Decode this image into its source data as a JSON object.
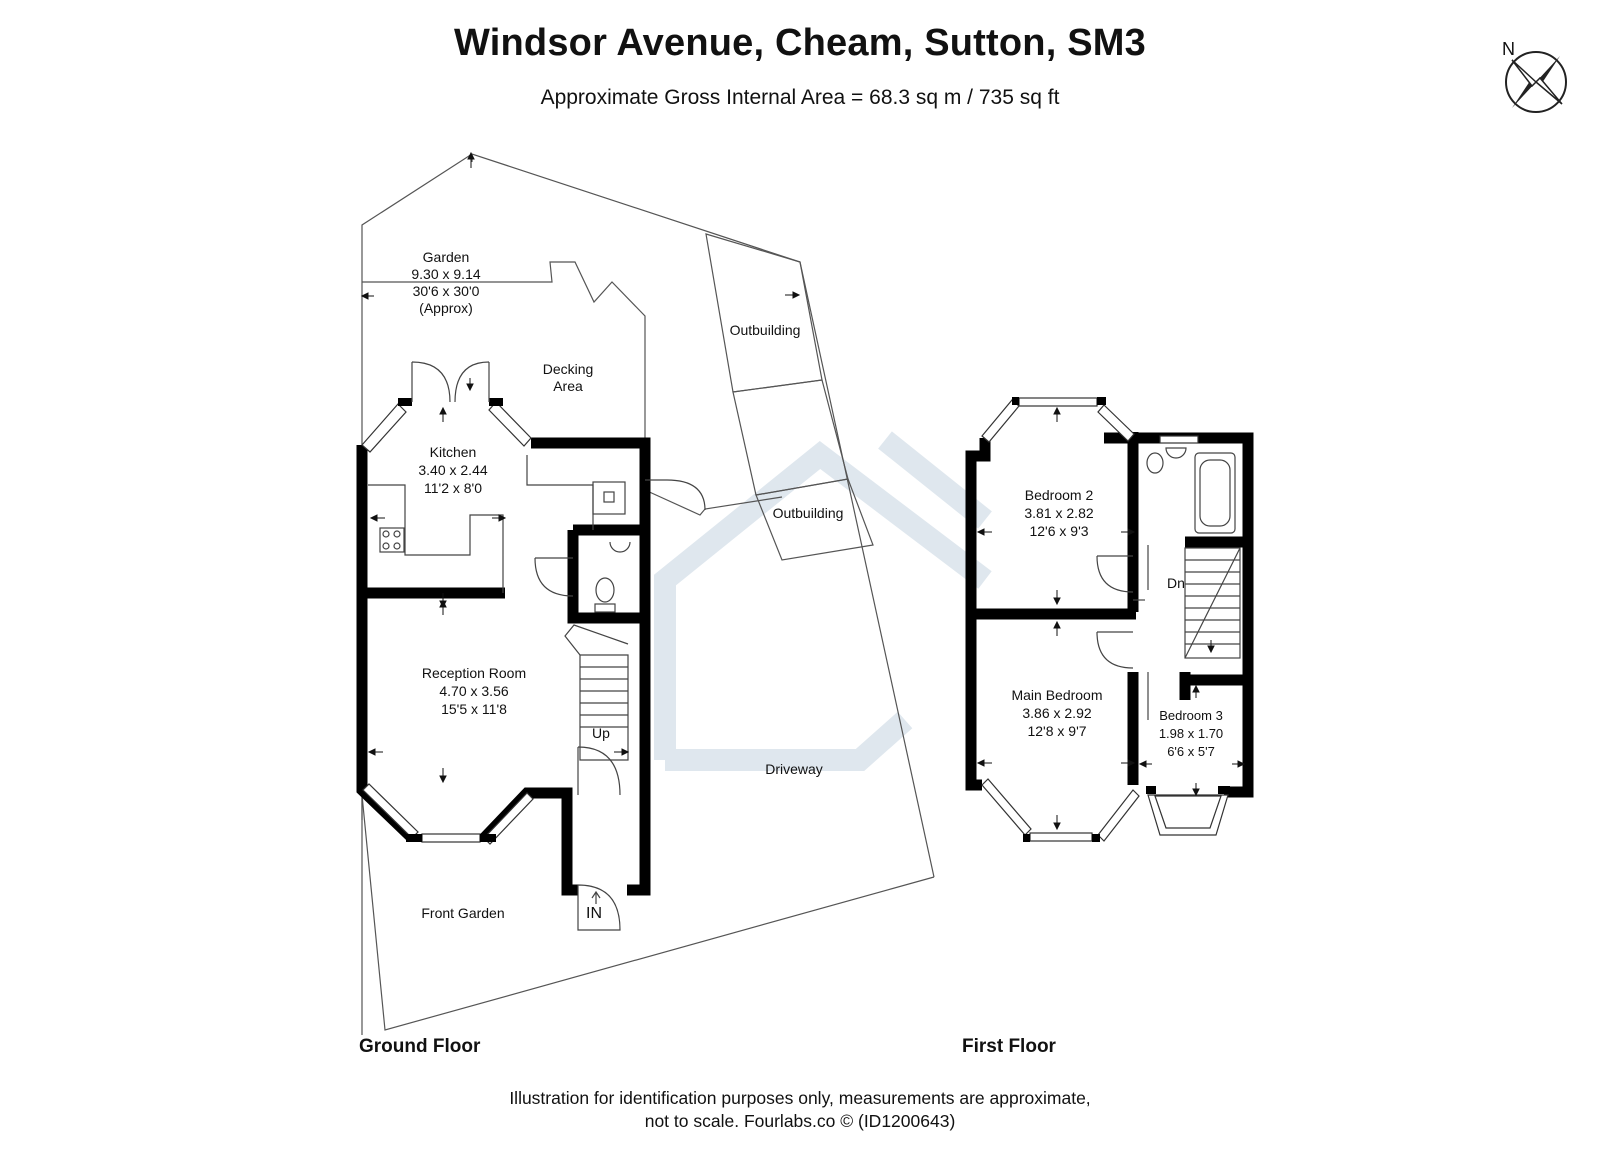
{
  "header": {
    "title": "Windsor Avenue, Cheam, Sutton, SM3",
    "subtitle": "Approximate Gross Internal Area = 68.3 sq m / 735 sq ft"
  },
  "compass": {
    "letter": "N"
  },
  "ground_floor": {
    "label": "Ground Floor",
    "garden": {
      "name": "Garden",
      "metric": "9.30 x 9.14",
      "imperial": "30'6 x 30'0",
      "note": "(Approx)"
    },
    "decking": {
      "line1": "Decking",
      "line2": "Area"
    },
    "kitchen": {
      "name": "Kitchen",
      "metric": "3.40 x 2.44",
      "imperial": "11'2 x 8'0"
    },
    "reception": {
      "name": "Reception Room",
      "metric": "4.70 x 3.56",
      "imperial": "15'5 x 11'8"
    },
    "outbuilding_1": "Outbuilding",
    "outbuilding_2": "Outbuilding",
    "driveway": "Driveway",
    "front_garden": "Front Garden",
    "stairs_up": "Up",
    "entrance": "IN"
  },
  "first_floor": {
    "label": "First Floor",
    "bedroom2": {
      "name": "Bedroom 2",
      "metric": "3.81 x 2.82",
      "imperial": "12'6 x 9'3"
    },
    "main_bedroom": {
      "name": "Main Bedroom",
      "metric": "3.86 x 2.92",
      "imperial": "12'8 x 9'7"
    },
    "bedroom3": {
      "name": "Bedroom 3",
      "metric": "1.98 x 1.70",
      "imperial": "6'6 x 5'7"
    },
    "stairs_down": "Dn"
  },
  "footer": {
    "line1": "Illustration for identification purposes only, measurements are approximate,",
    "line2": "not to scale. Fourlabs.co © (ID1200643)"
  },
  "colors": {
    "wall": "#000000",
    "line": "#555555",
    "watermark": "#dfe7ee"
  }
}
